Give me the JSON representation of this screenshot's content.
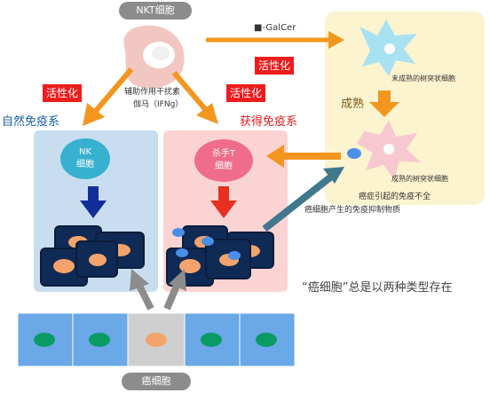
{
  "top_label": "NKT细胞",
  "galcer_label": "■-GalCer",
  "activation_tags": {
    "right": "活性化",
    "left": "活性化",
    "middle": "活性化"
  },
  "ifng_caption": {
    "line1": "辅助作用干扰素",
    "line2": "伽马（IFNg）"
  },
  "innate_immunity": "自然免疫系",
  "acquired_immunity": "获得免疫系",
  "nk_cell": {
    "line1": "NK",
    "line2": "细胞"
  },
  "killer_t": {
    "line1": "杀手T",
    "line2": "细胞"
  },
  "immature_dc": "未成熟的树突状细胞",
  "maturation": "成熟",
  "mature_dc": "成熟的树突状细胞",
  "suppression": {
    "line1": "癌症引起的免疫不全",
    "line2": "癌细胞产生的免疫抑制物质"
  },
  "two_types_note": "“癌细胞”总是以两种类型存在",
  "cancer_cell_label": "癌细胞",
  "colors": {
    "arrow_orange": "#f3961f",
    "innate_panel": "#c9ddf0",
    "acquired_panel": "#fbd3d3",
    "dc_panel": "#fcf3cf",
    "tumor_dark": "#102a56",
    "nucleus_salmon": "#f4a36c",
    "epithelium_blue": "#6aa8e8",
    "epithelium_nucleus": "#0a9a64",
    "nk_circle": "#38b0d0",
    "killer_t_circle": "#f06c8c",
    "down_arrow_blue": "#112e9a",
    "down_arrow_red": "#e83020",
    "teal_arrow": "#40788e"
  }
}
